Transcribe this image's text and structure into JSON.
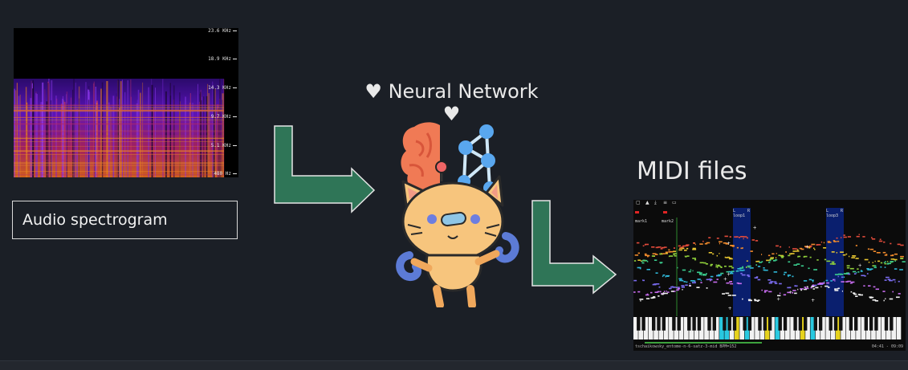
{
  "spectrogram": {
    "caption": "Audio spectrogram",
    "freq_labels": [
      "23.6 KHz",
      "18.9 KHz",
      "14.3 KHz",
      "9.7 KHz",
      "5.1 KHz",
      "480 Hz"
    ]
  },
  "network": {
    "title": "♥ Neural Network ♥"
  },
  "midi": {
    "title": "MIDI files",
    "markers": [
      "mark1",
      "mark2"
    ],
    "loop_labels": [
      "loop1",
      "loop3"
    ],
    "loop_letters": [
      "L",
      "R",
      "L",
      "R"
    ],
    "status_text": "tschaikowsky_entome-n-6-satz-3-mid  BPM=152",
    "time_text": "04:41 - 09:09"
  },
  "colors": {
    "background": "#1b1f26",
    "arrow": "#2f7557",
    "midi_loop_region": "#0a1f6e",
    "progress": "#3da23d"
  }
}
